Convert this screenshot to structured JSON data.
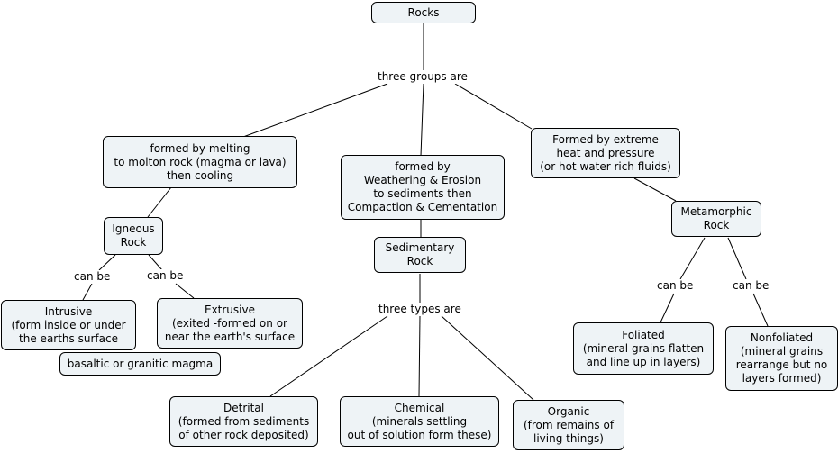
{
  "nodes": {
    "rocks": "Rocks",
    "igneous_process": "formed by melting\nto molton rock (magma or lava)\nthen cooling",
    "sedimentary_process": "formed by\nWeathering & Erosion\nto sediments then\nCompaction & Cementation",
    "metamorphic_process": "Formed by extreme\nheat and pressure\n(or hot water rich fluids)",
    "igneous_rock": "Igneous\nRock",
    "sedimentary_rock": "Sedimentary\nRock",
    "metamorphic_rock": "Metamorphic\nRock",
    "intrusive": "Intrusive\n(form inside or under\nthe earths surface",
    "extrusive": "Extrusive\n(exited -formed on or\nnear the earth's surface",
    "magma": "basaltic or granitic magma",
    "foliated": "Foliated\n(mineral grains flatten\nand line up in layers)",
    "nonfoliated": "Nonfoliated\n(mineral grains\nrearrange but no\nlayers formed)",
    "detrital": "Detrital\n(formed from sediments\nof other rock deposited)",
    "chemical": "Chemical\n(minerals settling\nout of solution form these)",
    "organic": "Organic\n(from remains of\nliving things)"
  },
  "labels": {
    "three_groups": "three groups are",
    "three_types": "three types are",
    "can_be_intrusive": "can be",
    "can_be_extrusive": "can be",
    "can_be_foliated": "can be",
    "can_be_nonfoliated": "can be"
  },
  "colors": {
    "node_fill": "#eef3f6",
    "line": "#000000"
  }
}
